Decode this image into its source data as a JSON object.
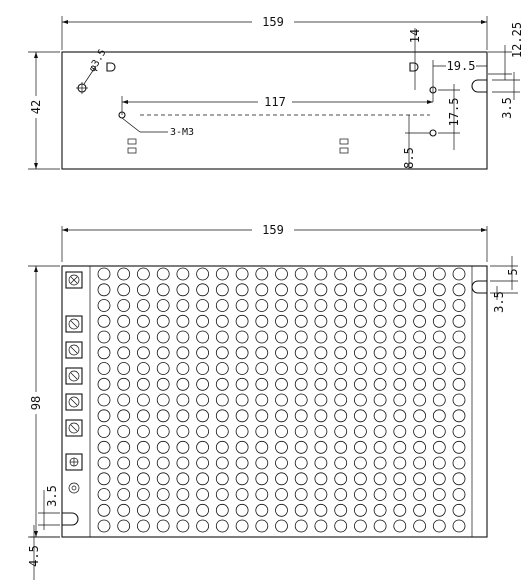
{
  "top_view": {
    "width_label": "159",
    "height_label": "42",
    "right_offset_label": "12.25",
    "top_offset_label": "14",
    "hole_offset_label": "19.5",
    "hole_spacing_label": "117",
    "hole_vertical_label": "17.5",
    "slot_label": "3.5",
    "bottom_offset_label": "8.5",
    "hole_diameter_label": "φ3.5",
    "screw_label": "3-M3"
  },
  "bottom_view": {
    "width_label": "159",
    "height_label": "98",
    "right_small_label": "5",
    "right_slot_label": "3.5",
    "left_slot_label": "3.5",
    "left_bottom_label": "4.5",
    "terminal_count": 5,
    "grid_columns": 19,
    "grid_rows": 17
  }
}
